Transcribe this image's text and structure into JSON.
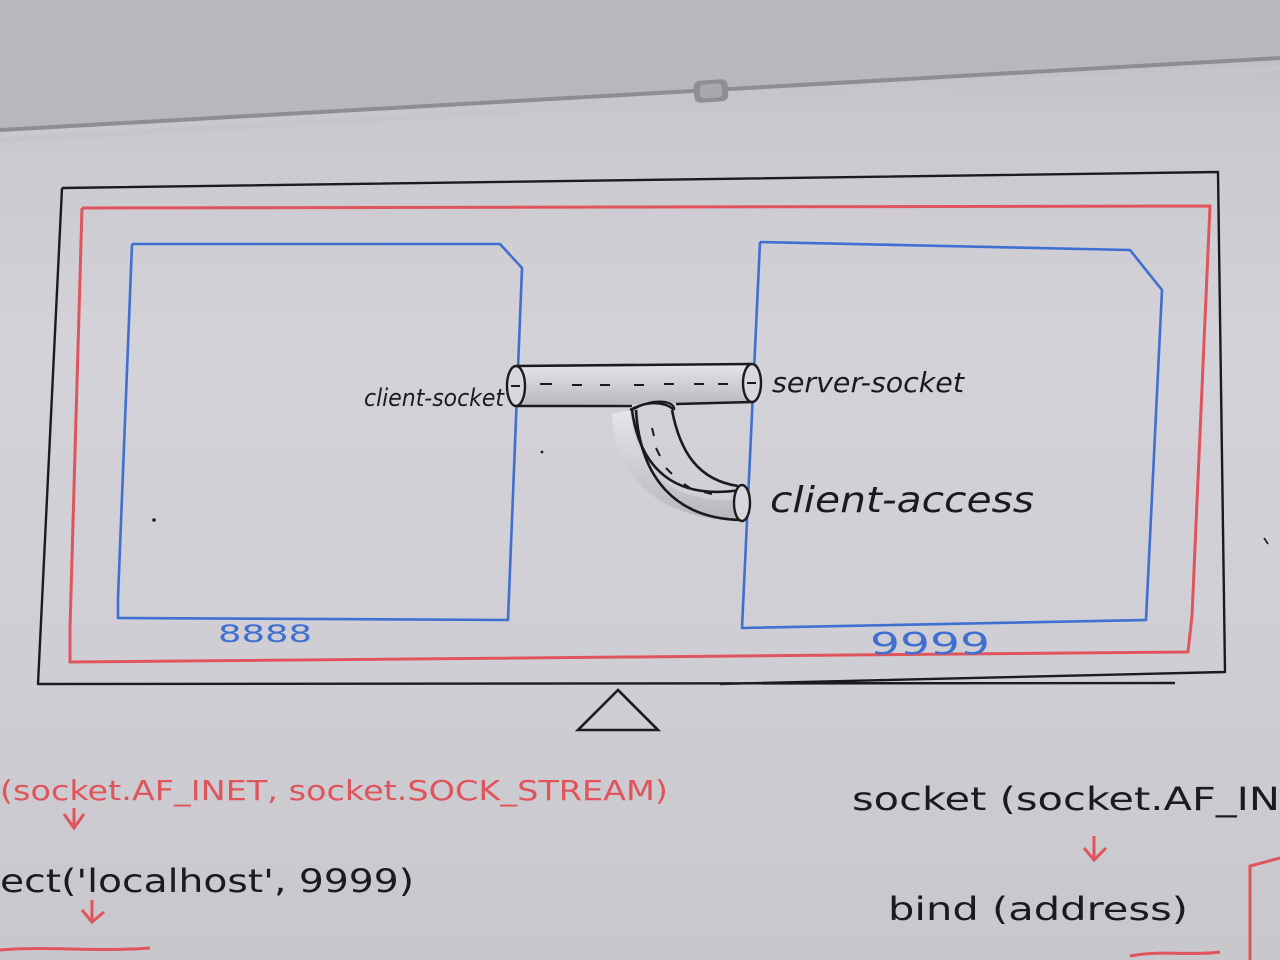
{
  "board": {
    "colors": {
      "black_marker": "#1b1b1e",
      "red_marker": "#e0545b",
      "blue_marker": "#3f6fd0",
      "board_white": "#d3d2d8",
      "wall": "#b8b7bb"
    }
  },
  "diagram": {
    "left_port": "8888",
    "right_port": "9999",
    "client_socket_label": "client-socket",
    "server_socket_label": "server-socket",
    "client_access_label": "client-access"
  },
  "notes": {
    "left_line1": "(socket.AF_INET, socket.SOCK_STREAM)",
    "left_line2": "ect('localhost', 9999)",
    "right_line1": "socket (socket.AF_IN",
    "right_line2": "bind (address)"
  }
}
